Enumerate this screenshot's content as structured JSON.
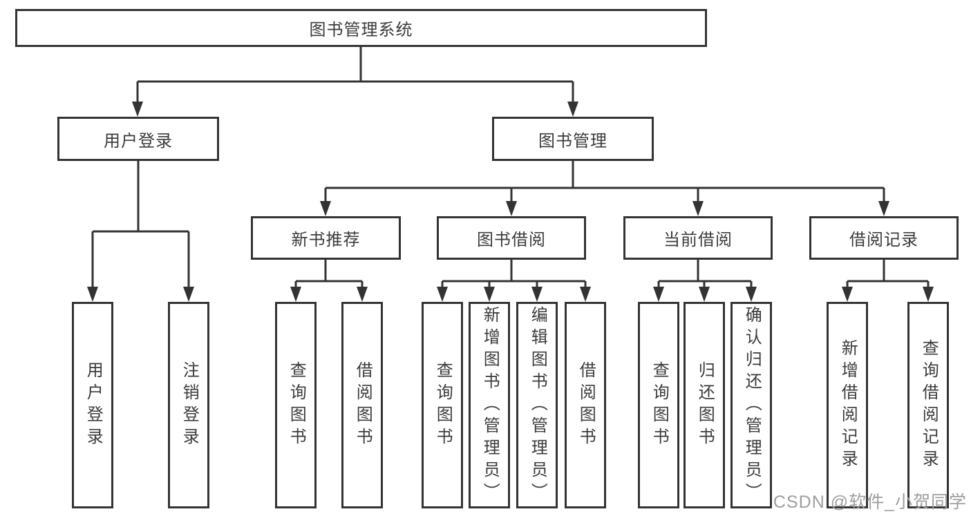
{
  "tree": {
    "label": "图书管理系统",
    "children": [
      {
        "label": "用户登录",
        "children": [
          {
            "label": "用户登录"
          },
          {
            "label": "注销登录"
          }
        ]
      },
      {
        "label": "图书管理",
        "children": [
          {
            "label": "新书推荐",
            "children": [
              {
                "label": "查询图书"
              },
              {
                "label": "借阅图书"
              }
            ]
          },
          {
            "label": "图书借阅",
            "children": [
              {
                "label": "查询图书"
              },
              {
                "label": "新增图书（管理员）"
              },
              {
                "label": "编辑图书（管理员）"
              },
              {
                "label": "借阅图书"
              }
            ]
          },
          {
            "label": "当前借阅",
            "children": [
              {
                "label": "查询图书"
              },
              {
                "label": "归还图书"
              },
              {
                "label": "确认归还（管理员）"
              }
            ]
          },
          {
            "label": "借阅记录",
            "children": [
              {
                "label": "新增借阅记录"
              },
              {
                "label": "查询借阅记录"
              }
            ]
          }
        ]
      }
    ]
  },
  "watermark": "CSDN @软件_小贺同学",
  "colors": {
    "line": "#333333",
    "text": "#3b3b3b",
    "watermark": "#9e9e9e",
    "background": "#ffffff"
  }
}
